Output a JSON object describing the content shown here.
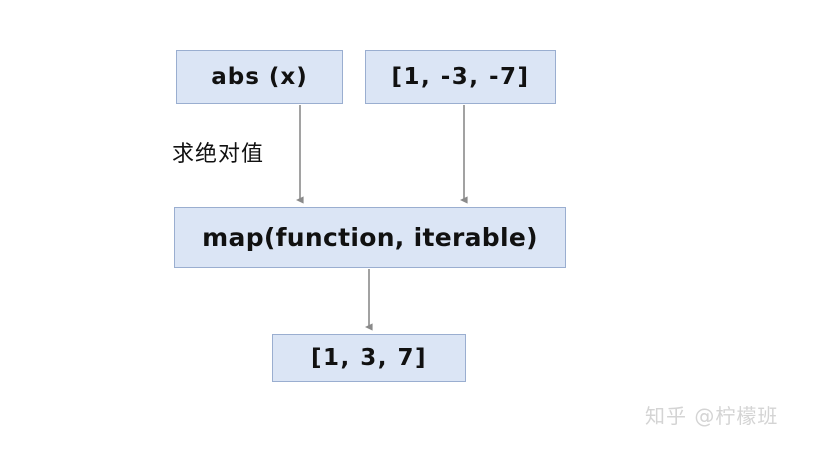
{
  "diagram": {
    "background_color": "#ffffff",
    "node_fill_color": "#dbe5f5",
    "node_border_color": "#9aaed0",
    "arrow_color": "#8a8a8a",
    "text_color": "#111111",
    "nodes": [
      {
        "id": "abs",
        "label": "abs (x)"
      },
      {
        "id": "input_list",
        "label": "[1, -3, -7]"
      },
      {
        "id": "map",
        "label": "map(function, iterable)"
      },
      {
        "id": "result",
        "label": "[1, 3, 7]"
      }
    ],
    "edges": [
      {
        "id": "abs_to_map",
        "from": "abs",
        "to": "map",
        "label": "求绝对值"
      },
      {
        "id": "list_to_map",
        "from": "input_list",
        "to": "map",
        "label": ""
      },
      {
        "id": "map_to_result",
        "from": "map",
        "to": "result",
        "label": ""
      }
    ]
  },
  "watermark": {
    "text": "知乎 @柠檬班"
  }
}
